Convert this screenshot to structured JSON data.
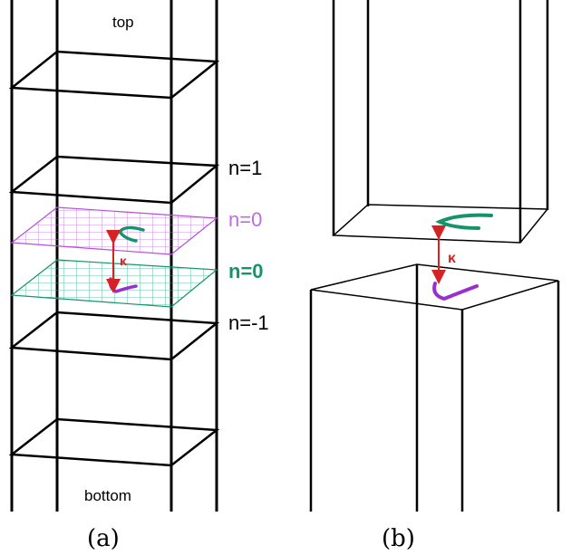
{
  "panel_a": {
    "top_label": "top",
    "bottom_label": "bottom",
    "n_labels": [
      "n=1",
      "n=0",
      "n=0",
      "n=-1"
    ],
    "kappa": "κ",
    "caption": "(a)"
  },
  "panel_b": {
    "kappa": "κ",
    "caption": "(b)"
  },
  "colors": {
    "purple": "#b44fd9",
    "green": "#15946a",
    "red": "#d62222",
    "black": "#000000"
  }
}
